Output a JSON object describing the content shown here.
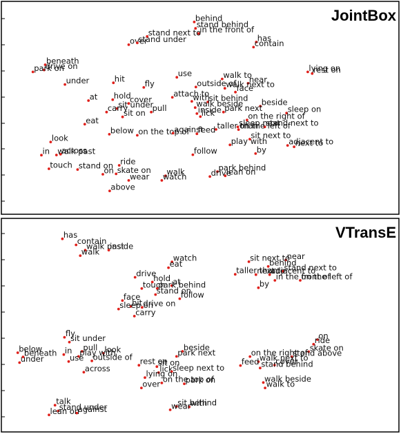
{
  "chart_data": [
    {
      "type": "scatter",
      "title": "JointBox",
      "point_color": "#e0201b",
      "xlim": [
        0,
        100
      ],
      "ylim": [
        0,
        100
      ],
      "points": [
        {
          "label": "behind",
          "x": 52.3,
          "y": 95.9
        },
        {
          "label": "stand behind",
          "x": 52.7,
          "y": 91.6
        },
        {
          "label": "in the front of",
          "x": 53.6,
          "y": 88.2
        },
        {
          "label": "stand next to",
          "x": 38.5,
          "y": 86.2
        },
        {
          "label": "over",
          "x": 33.1,
          "y": 80.7
        },
        {
          "label": "stand under",
          "x": 35.6,
          "y": 81.9
        },
        {
          "label": "has",
          "x": 70.5,
          "y": 82.5
        },
        {
          "label": "contain",
          "x": 69.7,
          "y": 79.1
        },
        {
          "label": "beneath",
          "x": 8.6,
          "y": 67.3
        },
        {
          "label": "drive on",
          "x": 8.3,
          "y": 63.8
        },
        {
          "label": "park on",
          "x": 5.0,
          "y": 62.5
        },
        {
          "label": "lying on",
          "x": 85.6,
          "y": 62.5
        },
        {
          "label": "rest on",
          "x": 86.9,
          "y": 61.4
        },
        {
          "label": "use",
          "x": 47.2,
          "y": 58.9
        },
        {
          "label": "walk to",
          "x": 60.5,
          "y": 57.8
        },
        {
          "label": "under",
          "x": 14.4,
          "y": 54.1
        },
        {
          "label": "hit",
          "x": 28.6,
          "y": 55.2
        },
        {
          "label": "fly",
          "x": 37.5,
          "y": 52.1
        },
        {
          "label": "near",
          "x": 68.1,
          "y": 54.9
        },
        {
          "label": "outside of",
          "x": 52.8,
          "y": 52.4
        },
        {
          "label": "walk next to",
          "x": 61.3,
          "y": 51.5
        },
        {
          "label": "face",
          "x": 64.4,
          "y": 49.0
        },
        {
          "label": "at",
          "x": 21.3,
          "y": 43.3
        },
        {
          "label": "hold",
          "x": 28.4,
          "y": 43.9
        },
        {
          "label": "attach to",
          "x": 45.9,
          "y": 45.5
        },
        {
          "label": "with",
          "x": 51.6,
          "y": 42.8
        },
        {
          "label": "sit behind",
          "x": 56.3,
          "y": 42.4
        },
        {
          "label": "cover",
          "x": 33.1,
          "y": 41.4
        },
        {
          "label": "sit under",
          "x": 29.7,
          "y": 38.0
        },
        {
          "label": "carry",
          "x": 26.6,
          "y": 35.6
        },
        {
          "label": "pull",
          "x": 39.7,
          "y": 35.6
        },
        {
          "label": "walk beside",
          "x": 52.6,
          "y": 38.6
        },
        {
          "label": "beside",
          "x": 71.7,
          "y": 39.6
        },
        {
          "label": "inside",
          "x": 53.1,
          "y": 34.6
        },
        {
          "label": "lick",
          "x": 54.1,
          "y": 32.6
        },
        {
          "label": "park next",
          "x": 60.9,
          "y": 35.6
        },
        {
          "label": "sleep on",
          "x": 79.4,
          "y": 35.0
        },
        {
          "label": "sit on",
          "x": 31.3,
          "y": 32.4
        },
        {
          "label": "eat",
          "x": 20.2,
          "y": 27.5
        },
        {
          "label": "on the right of",
          "x": 67.8,
          "y": 30.3
        },
        {
          "label": "sleep next",
          "x": 65.1,
          "y": 25.7
        },
        {
          "label": "stand next to",
          "x": 73.0,
          "y": 25.7
        },
        {
          "label": "taller than",
          "x": 58.7,
          "y": 24.0
        },
        {
          "label": "on the left of",
          "x": 65.3,
          "y": 23.9
        },
        {
          "label": "below",
          "x": 27.4,
          "y": 20.8
        },
        {
          "label": "on the top of",
          "x": 35.6,
          "y": 20.1
        },
        {
          "label": "against",
          "x": 46.1,
          "y": 21.5
        },
        {
          "label": "feed",
          "x": 53.1,
          "y": 21.1
        },
        {
          "label": "sit next to",
          "x": 68.6,
          "y": 17.5
        },
        {
          "label": "look",
          "x": 10.2,
          "y": 15.6
        },
        {
          "label": "play with",
          "x": 62.8,
          "y": 13.7
        },
        {
          "label": "adjacent to",
          "x": 79.7,
          "y": 13.3
        },
        {
          "label": "next to",
          "x": 81.6,
          "y": 12.4
        },
        {
          "label": "in",
          "x": 7.5,
          "y": 6.8
        },
        {
          "label": "across",
          "x": 13.1,
          "y": 7.4
        },
        {
          "label": "walk past",
          "x": 11.9,
          "y": 6.9
        },
        {
          "label": "follow",
          "x": 51.9,
          "y": 7.1
        },
        {
          "label": "by",
          "x": 70.3,
          "y": 7.9
        },
        {
          "label": "touch",
          "x": 9.7,
          "y": -2.3
        },
        {
          "label": "stand on",
          "x": 18.1,
          "y": -2.8
        },
        {
          "label": "ride",
          "x": 30.3,
          "y": 0.0
        },
        {
          "label": "on",
          "x": 25.5,
          "y": -6.0
        },
        {
          "label": "skate on",
          "x": 29.4,
          "y": -5.7
        },
        {
          "label": "park behind",
          "x": 59.1,
          "y": -4.2
        },
        {
          "label": "walk",
          "x": 43.9,
          "y": -7.0
        },
        {
          "label": "wear",
          "x": 33.1,
          "y": -10.1
        },
        {
          "label": "watch",
          "x": 42.8,
          "y": -10.1
        },
        {
          "label": "drive",
          "x": 56.9,
          "y": -7.5
        },
        {
          "label": "lean on",
          "x": 61.4,
          "y": -7.0
        },
        {
          "label": "above",
          "x": 27.5,
          "y": -17.1
        }
      ]
    },
    {
      "type": "scatter",
      "title": "VTransE",
      "point_color": "#e0201b",
      "xlim": [
        0,
        100
      ],
      "ylim": [
        0,
        100
      ],
      "points": [
        {
          "label": "has",
          "x": 15.2,
          "y": 97.0
        },
        {
          "label": "contain",
          "x": 19.1,
          "y": 93.1
        },
        {
          "label": "walk past",
          "x": 21.7,
          "y": 89.7
        },
        {
          "label": "inside",
          "x": 28.4,
          "y": 89.7
        },
        {
          "label": "walk",
          "x": 20.3,
          "y": 86.1
        },
        {
          "label": "near",
          "x": 78.8,
          "y": 83.3
        },
        {
          "label": "sit next to",
          "x": 68.3,
          "y": 82.2
        },
        {
          "label": "behind",
          "x": 73.8,
          "y": 79.1
        },
        {
          "label": "watch",
          "x": 46.4,
          "y": 82.1
        },
        {
          "label": "eat",
          "x": 45.4,
          "y": 78.3
        },
        {
          "label": "stand next to",
          "x": 78.0,
          "y": 76.0
        },
        {
          "label": "taller than",
          "x": 64.4,
          "y": 74.0
        },
        {
          "label": "adjacent to",
          "x": 74.2,
          "y": 73.8
        },
        {
          "label": "next to",
          "x": 70.3,
          "y": 73.8
        },
        {
          "label": "drive",
          "x": 35.9,
          "y": 72.1
        },
        {
          "label": "in the front of",
          "x": 75.7,
          "y": 70.1
        },
        {
          "label": "on the left of",
          "x": 82.9,
          "y": 70.1
        },
        {
          "label": "hold",
          "x": 40.8,
          "y": 69.0
        },
        {
          "label": "at",
          "x": 46.3,
          "y": 66.7
        },
        {
          "label": "touch",
          "x": 37.8,
          "y": 64.8
        },
        {
          "label": "park behind",
          "x": 42.2,
          "y": 64.8
        },
        {
          "label": "by",
          "x": 71.0,
          "y": 65.3
        },
        {
          "label": "stand on",
          "x": 41.7,
          "y": 60.9
        },
        {
          "label": "follow",
          "x": 48.6,
          "y": 58.2
        },
        {
          "label": "face",
          "x": 32.3,
          "y": 57.0
        },
        {
          "label": "hit",
          "x": 34.7,
          "y": 53.2
        },
        {
          "label": "drive on",
          "x": 37.9,
          "y": 52.6
        },
        {
          "label": "sleep on",
          "x": 31.2,
          "y": 51.5
        },
        {
          "label": "carry",
          "x": 35.7,
          "y": 46.9
        },
        {
          "label": "fly",
          "x": 15.8,
          "y": 33.2
        },
        {
          "label": "sit under",
          "x": 17.2,
          "y": 30.1
        },
        {
          "label": "on",
          "x": 87.8,
          "y": 31.7
        },
        {
          "label": "ride",
          "x": 86.7,
          "y": 28.7
        },
        {
          "label": "skate on",
          "x": 85.3,
          "y": 23.9
        },
        {
          "label": "pull",
          "x": 20.8,
          "y": 24.1
        },
        {
          "label": "below",
          "x": 2.5,
          "y": 23.2
        },
        {
          "label": "look",
          "x": 26.9,
          "y": 22.8
        },
        {
          "label": "beside",
          "x": 49.4,
          "y": 24.1
        },
        {
          "label": "in",
          "x": 15.6,
          "y": 22.0
        },
        {
          "label": "play with",
          "x": 19.8,
          "y": 20.8
        },
        {
          "label": "beneath",
          "x": 4.0,
          "y": 20.5
        },
        {
          "label": "park next",
          "x": 47.7,
          "y": 20.8
        },
        {
          "label": "on the right of",
          "x": 68.6,
          "y": 20.7
        },
        {
          "label": "stand above",
          "x": 80.5,
          "y": 20.6
        },
        {
          "label": "outside of",
          "x": 23.6,
          "y": 17.9
        },
        {
          "label": "use",
          "x": 17.0,
          "y": 17.5
        },
        {
          "label": "under",
          "x": 3.0,
          "y": 16.8
        },
        {
          "label": "walk next to",
          "x": 71.0,
          "y": 17.4
        },
        {
          "label": "rest on",
          "x": 37.0,
          "y": 15.1
        },
        {
          "label": "sit on",
          "x": 42.1,
          "y": 14.2
        },
        {
          "label": "cover",
          "x": 75.6,
          "y": 15.2
        },
        {
          "label": "feed",
          "x": 65.9,
          "y": 14.9
        },
        {
          "label": "stand behind",
          "x": 71.5,
          "y": 13.3
        },
        {
          "label": "across",
          "x": 21.3,
          "y": 10.6
        },
        {
          "label": "lick",
          "x": 42.6,
          "y": 10.3
        },
        {
          "label": "sleep next to",
          "x": 46.3,
          "y": 11.0
        },
        {
          "label": "lying on",
          "x": 38.7,
          "y": 7.1
        },
        {
          "label": "on the top of",
          "x": 43.5,
          "y": 3.6
        },
        {
          "label": "park on",
          "x": 49.9,
          "y": 3.1
        },
        {
          "label": "walk beside",
          "x": 72.4,
          "y": 3.9
        },
        {
          "label": "over",
          "x": 37.7,
          "y": 0.4
        },
        {
          "label": "walk to",
          "x": 72.9,
          "y": 0.4
        },
        {
          "label": "talk",
          "x": 13.1,
          "y": -10.8
        },
        {
          "label": "sit behind",
          "x": 47.7,
          "y": -11.6
        },
        {
          "label": "with",
          "x": 51.3,
          "y": -11.9
        },
        {
          "label": "stand under",
          "x": 14.0,
          "y": -14.5
        },
        {
          "label": "against",
          "x": 19.3,
          "y": -15.9
        },
        {
          "label": "wear",
          "x": 45.9,
          "y": -13.8
        },
        {
          "label": "lean on",
          "x": 11.4,
          "y": -17.1
        }
      ]
    }
  ]
}
